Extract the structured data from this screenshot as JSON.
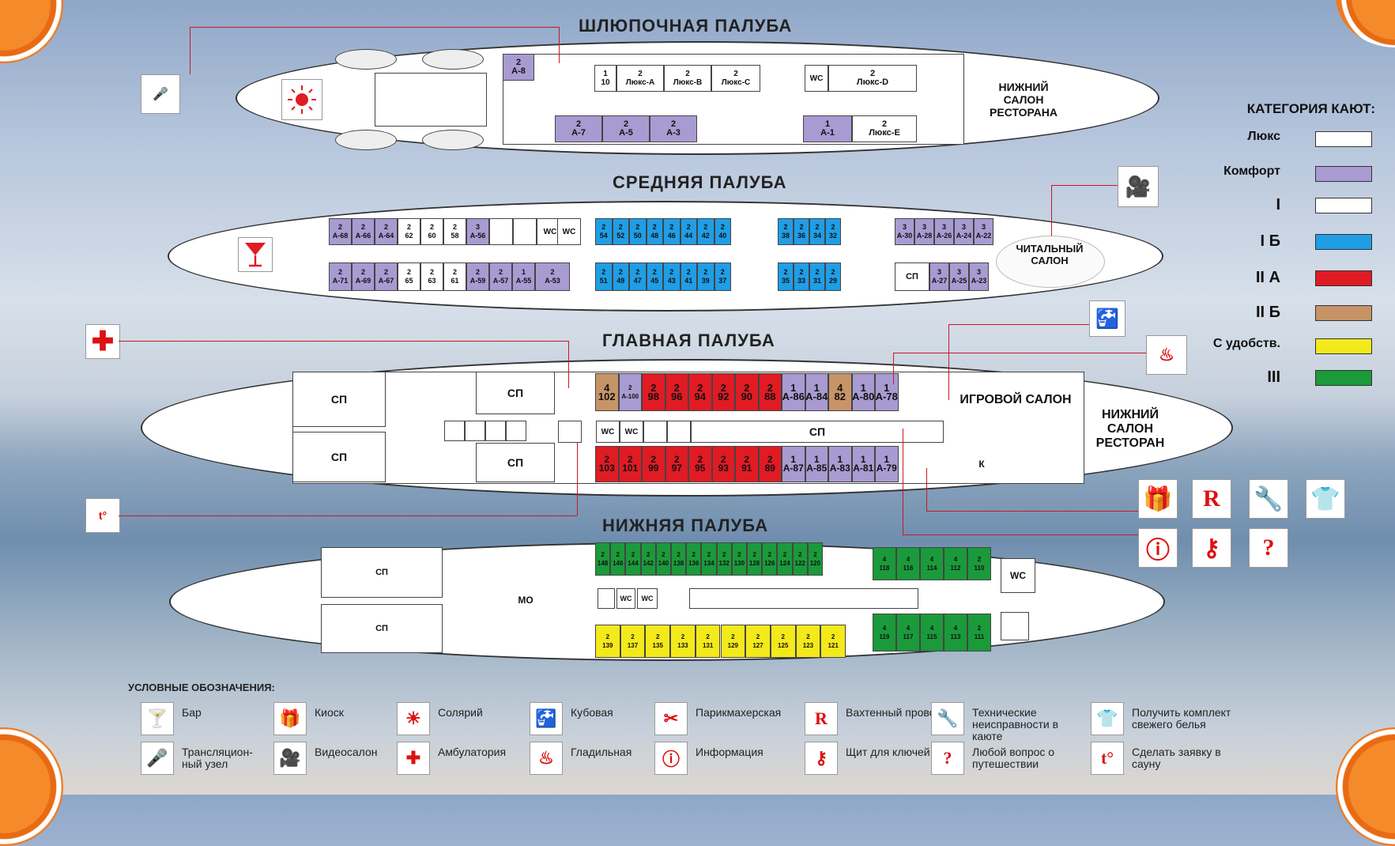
{
  "decks": {
    "boat": "ШЛЮПОЧНАЯ ПАЛУБА",
    "middle": "СРЕДНЯЯ ПАЛУБА",
    "main": "ГЛАВНАЯ ПАЛУБА",
    "lower": "НИЖНЯЯ ПАЛУБА"
  },
  "labels": {
    "lower_salon_restaurant_a": "НИЖНИЙ САЛОН РЕСТОРАНА",
    "reading_salon": "ЧИТАЛЬНЫЙ САЛОН",
    "game_salon": "ИГРОВОЙ САЛОН",
    "lower_salon_restaurant_b": "НИЖНИЙ САЛОН РЕСТОРАН",
    "sp": "СП",
    "mo": "МО",
    "k": "К",
    "wc": "WC"
  },
  "categories": {
    "title": "КАТЕГОРИЯ КАЮТ:",
    "items": [
      {
        "name": "Люкс",
        "color": "#ffffff"
      },
      {
        "name": "Комфорт",
        "color": "#a79bd1"
      },
      {
        "name": "I",
        "color": "#ffffff"
      },
      {
        "name": "I Б",
        "color": "#1f9ee6"
      },
      {
        "name": "II А",
        "color": "#e01b24"
      },
      {
        "name": "II Б",
        "color": "#c79467"
      },
      {
        "name": "С удобств.",
        "color": "#f4e91b"
      },
      {
        "name": "III",
        "color": "#1a9a3a"
      }
    ]
  },
  "legend": {
    "title": "УСЛОВНЫЕ ОБОЗНАЧЕНИЯ:",
    "items": [
      {
        "icon": "bar-icon",
        "text": "Бар"
      },
      {
        "icon": "radio-icon",
        "text": "Трансляцион- ный узел"
      },
      {
        "icon": "kiosk-icon",
        "text": "Киоск"
      },
      {
        "icon": "video-icon",
        "text": "Видеосалон"
      },
      {
        "icon": "sun-icon",
        "text": "Солярий"
      },
      {
        "icon": "firstaid-icon",
        "text": "Амбулатория"
      },
      {
        "icon": "tap-icon",
        "text": "Кубовая"
      },
      {
        "icon": "iron-icon",
        "text": "Гладильная"
      },
      {
        "icon": "scissors-icon",
        "text": "Парикмахерская"
      },
      {
        "icon": "info-icon",
        "text": "Информация"
      },
      {
        "icon": "r-icon",
        "text": "Вахтенный проводник"
      },
      {
        "icon": "key-icon",
        "text": "Щит для ключей"
      },
      {
        "icon": "wrench-icon",
        "text": "Технические неисправности в каюте"
      },
      {
        "icon": "question-icon",
        "text": "Любой вопрос о путешествии"
      },
      {
        "icon": "linen-icon",
        "text": "Получить комплект свежего белья"
      },
      {
        "icon": "sauna-icon",
        "text": "Сделать заявку в сауну"
      }
    ]
  },
  "boat_deck": {
    "top": [
      [
        "2",
        "А-8"
      ],
      [
        "1",
        "10"
      ],
      [
        "2",
        "Люкс-А"
      ],
      [
        "2",
        "Люкс-В"
      ],
      [
        "2",
        "Люкс-С"
      ],
      [
        "2",
        "Люкс-D"
      ]
    ],
    "bottom": [
      [
        "2",
        "А-7"
      ],
      [
        "2",
        "А-5"
      ],
      [
        "2",
        "А-3"
      ],
      [
        "1",
        "А-1"
      ],
      [
        "2",
        "Люкс-Е"
      ]
    ]
  },
  "middle_deck": {
    "top_a": [
      [
        "2",
        "А-68"
      ],
      [
        "2",
        "А-66"
      ],
      [
        "2",
        "А-64"
      ],
      [
        "2",
        "62"
      ],
      [
        "2",
        "60"
      ],
      [
        "2",
        "58"
      ],
      [
        "3",
        "А-56"
      ]
    ],
    "bottom_a": [
      [
        "2",
        "А-71"
      ],
      [
        "2",
        "А-69"
      ],
      [
        "2",
        "А-67"
      ],
      [
        "2",
        "65"
      ],
      [
        "2",
        "63"
      ],
      [
        "2",
        "61"
      ],
      [
        "2",
        "А-59"
      ],
      [
        "2",
        "А-57"
      ],
      [
        "1",
        "А-55"
      ],
      [
        "2",
        "А-53"
      ]
    ],
    "top_b": [
      [
        "2",
        "54"
      ],
      [
        "2",
        "52"
      ],
      [
        "2",
        "50"
      ],
      [
        "2",
        "48"
      ],
      [
        "2",
        "46"
      ],
      [
        "2",
        "44"
      ],
      [
        "2",
        "42"
      ],
      [
        "2",
        "40"
      ]
    ],
    "bottom_b": [
      [
        "2",
        "51"
      ],
      [
        "2",
        "49"
      ],
      [
        "2",
        "47"
      ],
      [
        "2",
        "45"
      ],
      [
        "2",
        "43"
      ],
      [
        "2",
        "41"
      ],
      [
        "2",
        "39"
      ],
      [
        "2",
        "37"
      ]
    ],
    "top_c": [
      [
        "2",
        "38"
      ],
      [
        "2",
        "36"
      ],
      [
        "2",
        "34"
      ],
      [
        "2",
        "32"
      ]
    ],
    "bottom_c": [
      [
        "2",
        "35"
      ],
      [
        "2",
        "33"
      ],
      [
        "2",
        "31"
      ],
      [
        "2",
        "29"
      ]
    ],
    "top_d": [
      [
        "3",
        "А-30"
      ],
      [
        "3",
        "А-28"
      ],
      [
        "3",
        "А-26"
      ],
      [
        "3",
        "А-24"
      ],
      [
        "3",
        "А-22"
      ]
    ],
    "bottom_d": [
      [
        "3",
        "А-27"
      ],
      [
        "3",
        "А-25"
      ],
      [
        "3",
        "А-23"
      ]
    ]
  },
  "main_deck": {
    "top": [
      [
        "4",
        "102",
        "b2"
      ],
      [
        "2",
        "А-100",
        "k"
      ],
      [
        "2",
        "98",
        "a2"
      ],
      [
        "2",
        "96",
        "a2"
      ],
      [
        "2",
        "94",
        "a2"
      ],
      [
        "2",
        "92",
        "a2"
      ],
      [
        "2",
        "90",
        "a2"
      ],
      [
        "2",
        "88",
        "a2"
      ],
      [
        "1",
        "А-86",
        "k"
      ],
      [
        "1",
        "А-84",
        "k"
      ],
      [
        "4",
        "82",
        "b2"
      ],
      [
        "1",
        "А-80",
        "k"
      ],
      [
        "1",
        "А-78",
        "k"
      ]
    ],
    "bottom": [
      [
        "2",
        "103",
        "a2"
      ],
      [
        "2",
        "101",
        "a2"
      ],
      [
        "2",
        "99",
        "a2"
      ],
      [
        "2",
        "97",
        "a2"
      ],
      [
        "2",
        "95",
        "a2"
      ],
      [
        "2",
        "93",
        "a2"
      ],
      [
        "2",
        "91",
        "a2"
      ],
      [
        "2",
        "89",
        "a2"
      ],
      [
        "1",
        "А-87",
        "k"
      ],
      [
        "1",
        "А-85",
        "k"
      ],
      [
        "1",
        "А-83",
        "k"
      ],
      [
        "1",
        "А-81",
        "k"
      ],
      [
        "1",
        "А-79",
        "k"
      ]
    ]
  },
  "lower_deck": {
    "top": [
      [
        "2",
        "148"
      ],
      [
        "2",
        "146"
      ],
      [
        "2",
        "144"
      ],
      [
        "2",
        "142"
      ],
      [
        "2",
        "140"
      ],
      [
        "2",
        "138"
      ],
      [
        "2",
        "136"
      ],
      [
        "2",
        "134"
      ],
      [
        "2",
        "132"
      ],
      [
        "2",
        "130"
      ],
      [
        "2",
        "128"
      ],
      [
        "2",
        "126"
      ],
      [
        "2",
        "124"
      ],
      [
        "2",
        "122"
      ],
      [
        "2",
        "120"
      ]
    ],
    "bottom": [
      [
        "2",
        "139"
      ],
      [
        "2",
        "137"
      ],
      [
        "2",
        "135"
      ],
      [
        "2",
        "133"
      ],
      [
        "2",
        "131"
      ],
      [
        "2",
        "129"
      ],
      [
        "2",
        "127"
      ],
      [
        "2",
        "125"
      ],
      [
        "2",
        "123"
      ],
      [
        "2",
        "121"
      ]
    ],
    "aft_top": [
      [
        "4",
        "118"
      ],
      [
        "4",
        "116"
      ],
      [
        "4",
        "114"
      ],
      [
        "4",
        "112"
      ],
      [
        "2",
        "110"
      ]
    ],
    "aft_bottom": [
      [
        "4",
        "119"
      ],
      [
        "4",
        "117"
      ],
      [
        "4",
        "115"
      ],
      [
        "4",
        "113"
      ],
      [
        "2",
        "111"
      ]
    ]
  }
}
